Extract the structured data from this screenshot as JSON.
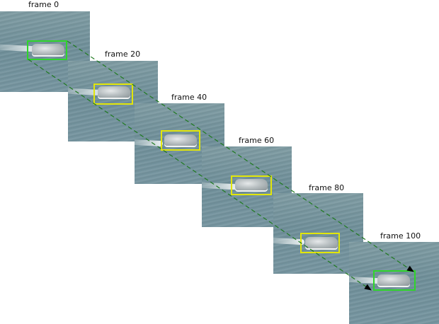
{
  "frames": [
    {
      "label": "frame 0"
    },
    {
      "label": "frame 20"
    },
    {
      "label": "frame 40"
    },
    {
      "label": "frame 60"
    },
    {
      "label": "frame 80"
    },
    {
      "label": "frame 100"
    }
  ],
  "colors": {
    "keyframe_box": "#2fd62a",
    "tracked_box": "#e2e60a",
    "trajectory_line": "#1f7a1f",
    "arrowhead": "#000000"
  }
}
